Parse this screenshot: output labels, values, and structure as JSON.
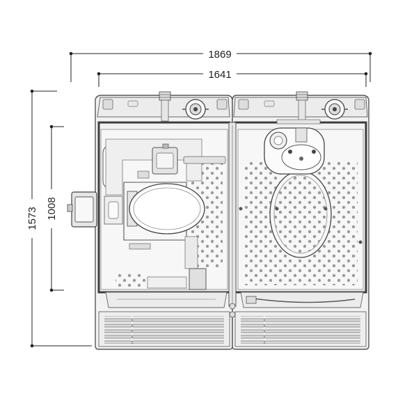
{
  "dimensions": {
    "overall_width": "1869",
    "inner_width": "1641",
    "overall_depth": "1573",
    "room_depth": "1008"
  },
  "colors": {
    "outline": "#555555",
    "fill": "#eeeeee",
    "panel": "#f5f5f5",
    "dark": "#444444",
    "dimension": "#222222"
  }
}
